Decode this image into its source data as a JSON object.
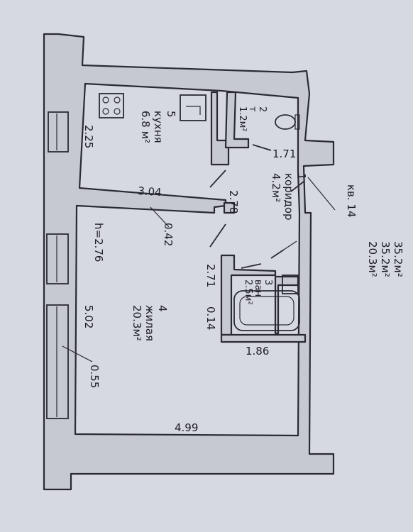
{
  "apartment": {
    "number_label": "кв. 14",
    "area_living": "20.3м²",
    "area_useful": "35.2м²",
    "area_total": "35.2м²"
  },
  "rooms": {
    "corridor": {
      "index": "1",
      "name": "коридор",
      "area": "4.2м²"
    },
    "toilet": {
      "index": "2",
      "name": "т",
      "area": "1.2м²"
    },
    "bath": {
      "index": "3",
      "name": "ван",
      "area": "2.5м²"
    },
    "living": {
      "index": "4",
      "name": "жилая",
      "area": "20.3м²"
    },
    "kitchen": {
      "index": "5",
      "name": "кухня",
      "area": "6.8 м²"
    }
  },
  "dimensions": {
    "kitchen_width": "2.25",
    "kitchen_length": "3.04",
    "corridor_length": "2.78",
    "toilet_width": "1.71",
    "living_width": "5.02",
    "living_length": "4.99",
    "living_height": "h=2.76",
    "corridor_width": "2.71",
    "bath_length": "1.86",
    "niche_a": "0.42",
    "niche_b": "0.55",
    "niche_c": "0.14"
  }
}
